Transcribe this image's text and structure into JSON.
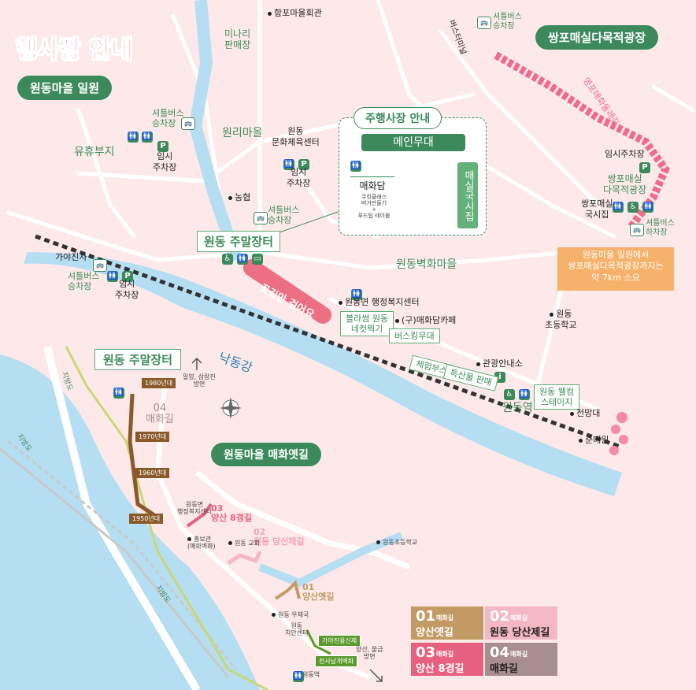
{
  "colors": {
    "background": "#fde9ea",
    "river": "#b6def3",
    "green": "#3c8a5c",
    "pink": "#f06b8b",
    "orange": "#f6b16b",
    "brown": "#8a5a2b"
  },
  "title": "행사장 안내",
  "area_wondong": "원동마을 일원",
  "area_ssangpo": "쌍포매실다목적광장",
  "info": {
    "title": "주행사장 안내",
    "main_stage": "메인무대",
    "maehwadam": "매화담",
    "maehwadam_sub": "쿠킹클래스\n버거만들기\n+\n푸드팁 테이블",
    "maesil_market": "매실국시집"
  },
  "notice": "원동마을 일원에서\n쌍포매실다목적광장까지는\n약 7km 소요",
  "labels": {
    "hampo": "함포마을회관",
    "minari": "미나리\n판매장",
    "bus_top": "버스터미널",
    "shuttle_top": "셔틀버스\n승차장",
    "shuttle_left": "셔틀버스\n승차장",
    "yuhyu": "유휴부지",
    "parking_a": "임시\n주차장",
    "wonri": "원리마을",
    "munhwa": "원동\n문화체육센터",
    "parking_b": "임시\n주차장",
    "nonghyup": "농협",
    "shuttle_mid": "셔틀버스\n승차장",
    "market": "원동 주말장터",
    "gaya": "가야진사",
    "shuttle_far": "셔틀버스\n승차장",
    "parking_c": "임시\n주차장",
    "maehwa_route": "영포매화둘레길",
    "parking_d": "임시주차장",
    "ssangpo_plaza": "쌍포매실\n다목적광장",
    "ssangpo_guksi": "쌍포매실\n국시집",
    "shuttle_drop": "셔틀버스\n하차장",
    "wondong_village": "원동벽화마을",
    "flower_walk": "꽃길만 걸어요",
    "admin_center": "원동면 행정복지센터",
    "bloom": "블라썸 원동\n네컷찍기",
    "cafe": "(구)매화담카페",
    "busking": "버스킹무대",
    "river": "낙동강",
    "school": "원동\n초등학교",
    "tourist": "관광안내소",
    "experience": "체험부스",
    "specialty": "특산물 판매",
    "station": "원동역",
    "welcome": "원동 웰컴\n스테이지",
    "observatory": "전망대",
    "sunmae": "순매원"
  },
  "inset": {
    "market": "원동 주말장터",
    "title": "원동마을 매화옛길",
    "era_1980": "1980년대",
    "era_1970": "1970년대",
    "era_1960": "1960년대",
    "era_1950": "1950년대",
    "route04": "04\n매화길",
    "route03": "03\n양산 8경길",
    "route02": "02\n원동 당산제길",
    "route01": "01\n양산옛길",
    "dir_north": "밀양, 삼랑진\n방면",
    "dir_south": "양산, 물금\n방면",
    "station": "원동역",
    "road1": "지방도",
    "road2": "지방도",
    "road3": "지방도",
    "gaya_nature": "가야진용신제",
    "cheonsa": "천사날개벽화",
    "hall": "원동면\n행정복지센터",
    "church": "원동 교회",
    "school": "원동초등학교",
    "library": "원동\n치안센터",
    "post": "원동 우체국",
    "lookout": "홍보관\n(매화벽화)"
  },
  "legend": [
    {
      "num": "01",
      "sub": "매화길",
      "name": "양산옛길",
      "color": "#c39a63"
    },
    {
      "num": "02",
      "sub": "매화길",
      "name": "원동 당산제길",
      "color": "#f4b8c4"
    },
    {
      "num": "03",
      "sub": "매화길",
      "name": "양산 8경길",
      "color": "#e8607f"
    },
    {
      "num": "04",
      "sub": "매화길",
      "name": "매화길",
      "color": "#a98e90"
    }
  ]
}
